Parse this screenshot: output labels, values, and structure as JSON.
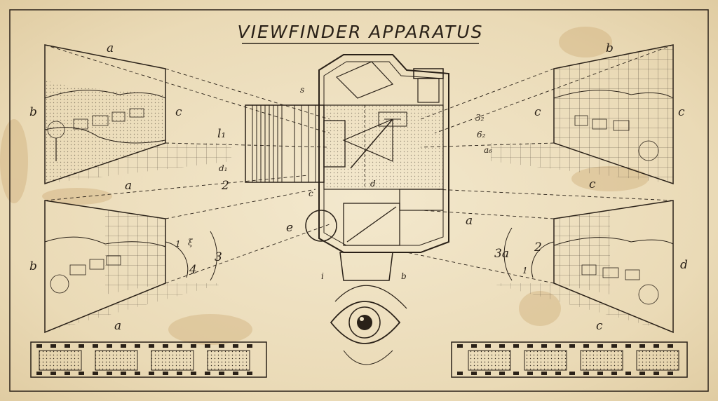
{
  "title": "VIEWFINDER APPARATUS",
  "colors": {
    "paper": "#efe3c6",
    "ink": "#2a2118",
    "stain": "#c9a36b"
  },
  "panel_top_left": {
    "top": "a",
    "left": "b",
    "right": "c",
    "bottom": "a"
  },
  "panel_top_right": {
    "top": "b",
    "left": "c",
    "right": "c",
    "bottom": "c"
  },
  "panel_bottom_left": {
    "left": "b",
    "bottom": "a",
    "n1": "1",
    "n2": "ξ",
    "n3": "3",
    "n4": "4"
  },
  "panel_bottom_right": {
    "right": "d",
    "bottom": "c",
    "n1": "3a",
    "n2": "2",
    "n3": "1"
  },
  "camera": {
    "s": "s",
    "l1": "l₁",
    "d1": "d₁",
    "n2": "2",
    "c": "c",
    "d": "d",
    "e": "e",
    "a": "a",
    "i": "i",
    "b": "b",
    "k1": "3₂",
    "k2": "6₂",
    "k3": "a₆"
  },
  "icons": [
    "camera-icon",
    "eye-icon",
    "film-strip-icon"
  ]
}
